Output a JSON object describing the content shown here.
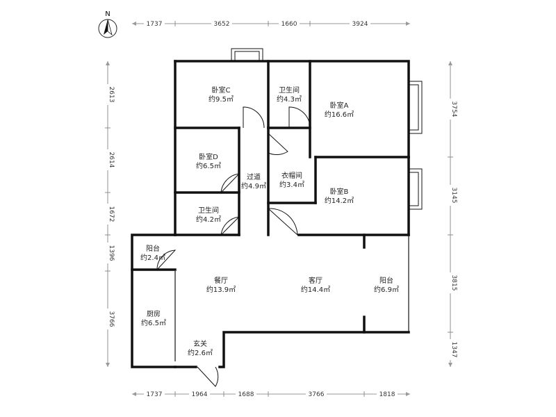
{
  "compass": {
    "label": "N"
  },
  "rooms": [
    {
      "id": "bedroom-c",
      "name": "卧室C",
      "area": "约9.5㎡"
    },
    {
      "id": "bathroom-1",
      "name": "卫生间",
      "area": "约4.3㎡"
    },
    {
      "id": "bedroom-a",
      "name": "卧室A",
      "area": "约16.6㎡"
    },
    {
      "id": "bedroom-d",
      "name": "卧室D",
      "area": "约6.5㎡"
    },
    {
      "id": "corridor",
      "name": "过道",
      "area": "约4.9㎡"
    },
    {
      "id": "cloakroom",
      "name": "衣帽间",
      "area": "约3.4㎡"
    },
    {
      "id": "bedroom-b",
      "name": "卧室B",
      "area": "约14.2㎡"
    },
    {
      "id": "bathroom-2",
      "name": "卫生间",
      "area": "约4.2㎡"
    },
    {
      "id": "balcony-small",
      "name": "阳台",
      "area": "约2.4㎡"
    },
    {
      "id": "dining",
      "name": "餐厅",
      "area": "约13.9㎡"
    },
    {
      "id": "living",
      "name": "客厅",
      "area": "约14.4㎡"
    },
    {
      "id": "balcony-large",
      "name": "阳台",
      "area": "约6.9㎡"
    },
    {
      "id": "kitchen",
      "name": "厨房",
      "area": "约6.5㎡"
    },
    {
      "id": "entrance",
      "name": "玄关",
      "area": "约2.6㎡"
    }
  ],
  "dimensions": {
    "top": [
      "1737",
      "3652",
      "1660",
      "3924"
    ],
    "bottom": [
      "1737",
      "1964",
      "1688",
      "3766",
      "1818"
    ],
    "left": [
      "2613",
      "2614",
      "1672",
      "1396",
      "3766"
    ],
    "right": [
      "3754",
      "3145",
      "3815",
      "1347"
    ]
  }
}
